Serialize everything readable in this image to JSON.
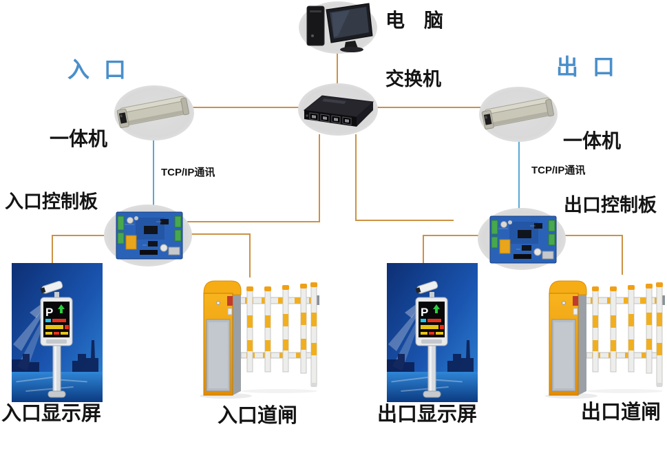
{
  "nodes": {
    "computer": {
      "label": "电　脑"
    },
    "switch": {
      "label": "交换机"
    },
    "entrance": {
      "zone": "入 口",
      "camera": "一体机",
      "link": "TCP/IP通讯",
      "board": "入口控制板",
      "display": "入口显示屏",
      "gate": "入口道闸"
    },
    "exit": {
      "zone": "出 口",
      "camera": "一体机",
      "link": "TCP/IP通讯",
      "board": "出口控制板",
      "display": "出口显示屏",
      "gate": "出口道闸"
    }
  },
  "led": {
    "logo": "P"
  },
  "colors": {
    "connector_orange": "#cc9144",
    "connector_blue": "#58a8d4",
    "zone_text_blue": "#4a8fca",
    "gate_orange": "#f4a40e",
    "board_blue": "#2a62b8"
  }
}
